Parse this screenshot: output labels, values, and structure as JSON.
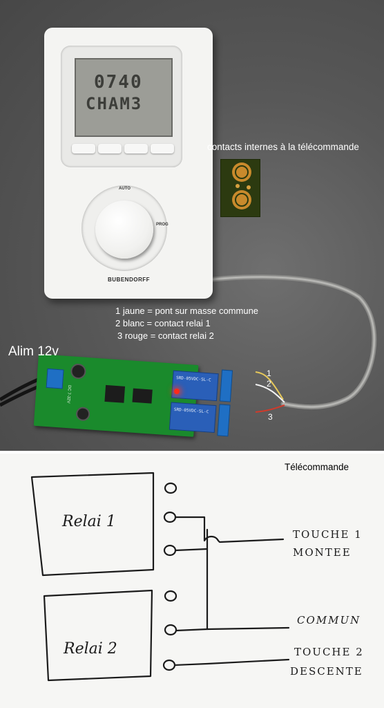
{
  "photo": {
    "caption_contacts": "contacts internes à la télécommande",
    "legend_1": "1  jaune = pont sur masse commune",
    "legend_2": "2  blanc = contact relai 1",
    "legend_3": "3 rouge = contact relai 2",
    "power_label": "Alim 12v",
    "wire_numbers": [
      "1",
      "2",
      "3"
    ],
    "device": {
      "brand": "BUBENDORFF",
      "lcd_line1": "0740",
      "lcd_line2": "CHAM3",
      "dial_labels": {
        "auto": "AUTO",
        "prog": "PROG"
      }
    },
    "relay_print": [
      "SRD-05VDC-SL-C",
      "SRD-05VDC-SL-C"
    ],
    "board_print": "DC 7-32V"
  },
  "sketch": {
    "title": "Télécommande",
    "relay_1": "Relai 1",
    "relay_2": "Relai 2",
    "touch_1_line1": "TOUCHE 1",
    "touch_1_line2": "MONTEE",
    "common": "COMMUN",
    "touch_2_line1": "TOUCHE 2",
    "touch_2_line2": "DESCENTE"
  },
  "colors": {
    "photo_text": "#ffffff",
    "pcb_green": "#1a8a2c",
    "relay_blue": "#2a5fb8",
    "sketch_ink": "#1b1b1b"
  }
}
